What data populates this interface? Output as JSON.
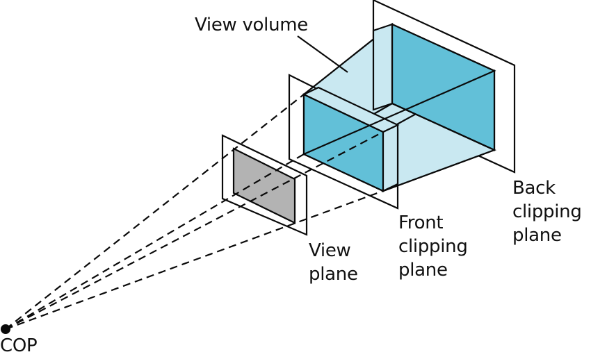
{
  "diagram": {
    "colors": {
      "volume_light": "#c9e8f1",
      "volume_dark": "#62c0d8",
      "view_window": "#b3b3b3",
      "line": "#0a0a0a",
      "background": "#ffffff"
    },
    "labels": {
      "view_volume": "View volume",
      "back_plane_1": "Back",
      "back_plane_2": "clipping",
      "back_plane_3": "plane",
      "front_plane_1": "Front",
      "front_plane_2": "clipping",
      "front_plane_3": "plane",
      "view_plane_1": "View",
      "view_plane_2": "plane",
      "cop": "COP"
    }
  }
}
